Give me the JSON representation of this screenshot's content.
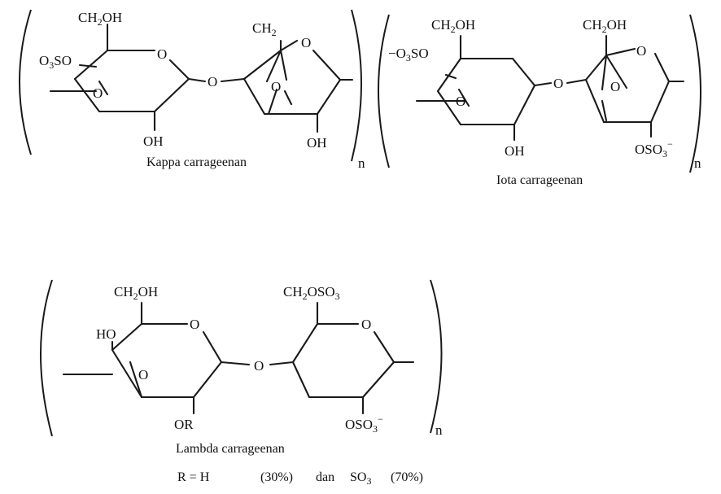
{
  "colors": {
    "ink": "#111111",
    "background": "#ffffff"
  },
  "kappa": {
    "name": "Kappa carrageenan",
    "repeat": "n",
    "labels": {
      "ch2oh_a": "CH",
      "ch2oh_a_sub": "2",
      "ch2oh_a_tail": "OH",
      "ch2": "CH",
      "ch2_sub": "2",
      "o3so": "O",
      "o3so_sub": "3",
      "o3so_tail": "SO",
      "ring_o1": "O",
      "ring_o2": "O",
      "bridge_o": "O",
      "link_o": "O",
      "anhydro_o": "O",
      "oh1": "OH",
      "oh2": "OH"
    }
  },
  "iota": {
    "name": "Iota carrageenan",
    "repeat": "n",
    "labels": {
      "minus": "−",
      "o3so": "O",
      "o3so_sub": "3",
      "o3so_tail": "SO",
      "ch2oh_a": "CH",
      "ch2oh_a_sub": "2",
      "ch2oh_a_tail": "OH",
      "ch2oh_b": "CH",
      "ch2oh_b_sub": "2",
      "ch2oh_b_tail": "OH",
      "ring_o": "O",
      "bridge_o1": "O",
      "link_o": "O",
      "bridge_o2": "O",
      "oh": "OH",
      "oso3": "OSO",
      "oso3_sub": "3",
      "oso3_minus": "−"
    }
  },
  "lambda": {
    "name": "Lambda  carrageenan",
    "repeat": "n",
    "labels": {
      "ch2oh": "CH",
      "ch2oh_sub": "2",
      "ch2oh_tail": "OH",
      "ch2oso3": "CH",
      "ch2oso3_sub": "2",
      "ch2oso3_tail": "OSO",
      "ch2oso3_sub2": "3",
      "ho": "HO",
      "ring_o1": "O",
      "ring_o2": "O",
      "inner_o": "O",
      "link_o": "O",
      "or": "OR",
      "oso3": "OSO",
      "oso3_sub": "3",
      "oso3_minus": "−"
    },
    "composition": {
      "r_eq": "R  =  H",
      "h_pct": "(30%)",
      "dan": "dan",
      "so": "SO",
      "so_sub": "3",
      "so_pct": "(70%)"
    }
  }
}
